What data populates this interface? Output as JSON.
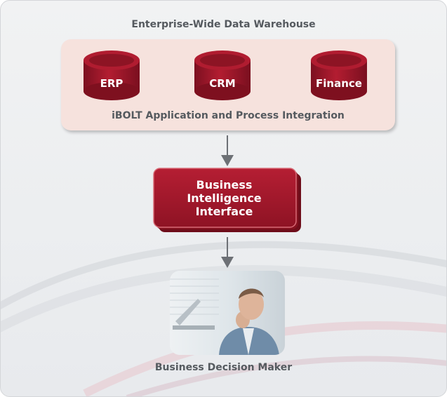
{
  "diagram": {
    "title": "Enterprise-Wide Data Warehouse",
    "sources": [
      {
        "label": "ERP"
      },
      {
        "label": "CRM"
      },
      {
        "label": "Finance"
      }
    ],
    "integration_label": "iBOLT Application and Process Integration",
    "bi_interface": {
      "line1": "Business",
      "line2": "Intelligence",
      "line3": "Interface"
    },
    "decision_maker_label": "Business Decision Maker"
  },
  "colors": {
    "panel_background": "#eceef0",
    "warehouse_fill": "#f6e2dd",
    "brand_red": "#a1162a",
    "brand_red_dark": "#6e0d1a",
    "text_gray": "#555a5f",
    "arrow_gray": "#6d7075"
  },
  "icons": {
    "database": "database-cylinder-icon",
    "arrow": "arrow-down-icon",
    "photo": "business-person-photo"
  }
}
